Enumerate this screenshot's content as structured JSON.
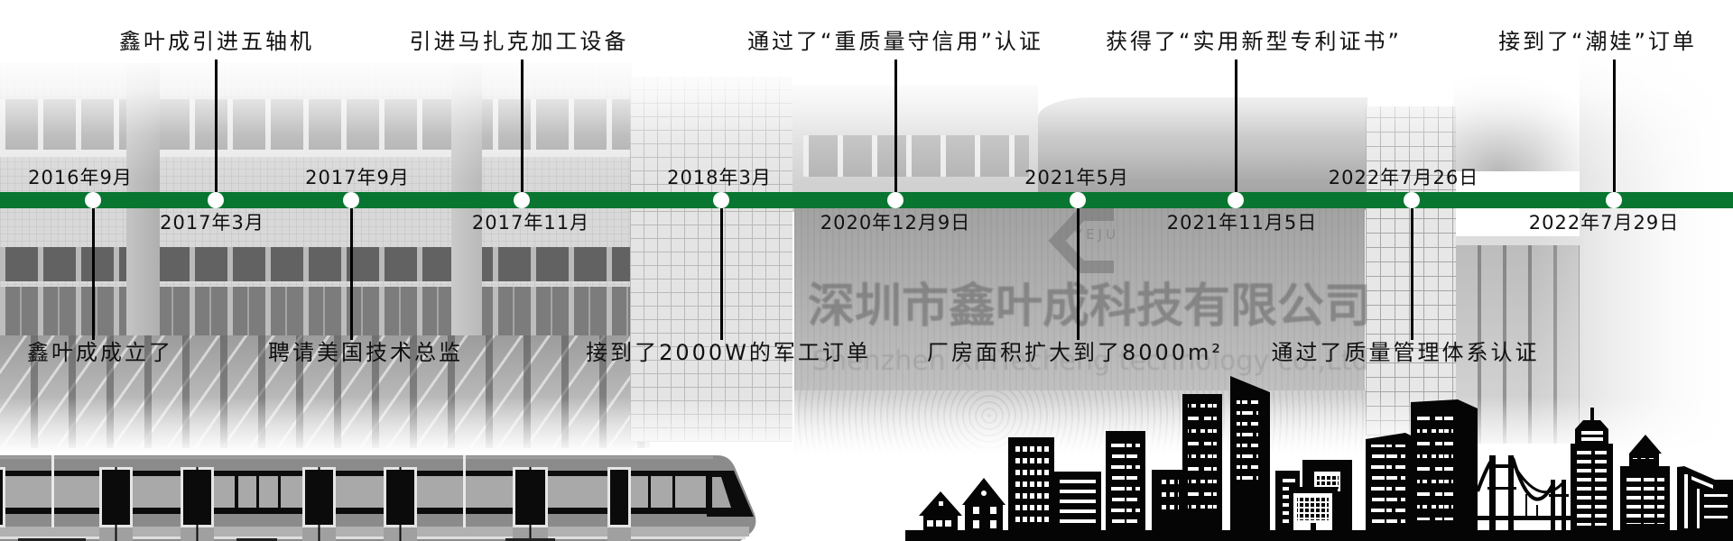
{
  "timeline": {
    "events": [
      {
        "date": "2016年9月",
        "label": "鑫叶成成立了",
        "date_position": "above",
        "label_position": "bottom"
      },
      {
        "date": "2017年3月",
        "label": "鑫叶成引进五轴机",
        "date_position": "below",
        "label_position": "top"
      },
      {
        "date": "2017年9月",
        "label": "聘请美国技术总监",
        "date_position": "above",
        "label_position": "bottom"
      },
      {
        "date": "2017年11月",
        "label": "引进马扎克加工设备",
        "date_position": "below",
        "label_position": "top"
      },
      {
        "date": "2018年3月",
        "label": "接到了2000W的军工订单",
        "date_position": "above",
        "label_position": "bottom"
      },
      {
        "date": "2020年12月9日",
        "label": "通过了“重质量守信用”认证",
        "date_position": "below",
        "label_position": "top"
      },
      {
        "date": "2021年5月",
        "label": "厂房面积扩大到了8000m²",
        "date_position": "above",
        "label_position": "bottom"
      },
      {
        "date": "2021年11月5日",
        "label": "获得了“实用新型专利证书”",
        "date_position": "below",
        "label_position": "top"
      },
      {
        "date": "2022年7月26日",
        "label": "通过了质量管理体系认证",
        "date_position": "above",
        "label_position": "bottom"
      },
      {
        "date": "2022年7月29日",
        "label": "接到了“潮娃”订单",
        "date_position": "below",
        "label_position": "top"
      }
    ]
  },
  "background": {
    "sign_text": "深圳市鑫叶成科技有限公司",
    "sign_subtext": "Shenzhen XinYecheng technology co.,Ltd",
    "logo_text": "YEJU"
  },
  "illustrations": {
    "train": "train-icon",
    "skyline": "city-skyline-icon",
    "logo": "chevron-c-logo-icon"
  },
  "colors": {
    "timeline_bar": "#087530",
    "timeline_dot": "#ffffff",
    "connector_line": "#000000",
    "text": "#111111",
    "silhouette": "#050505"
  }
}
